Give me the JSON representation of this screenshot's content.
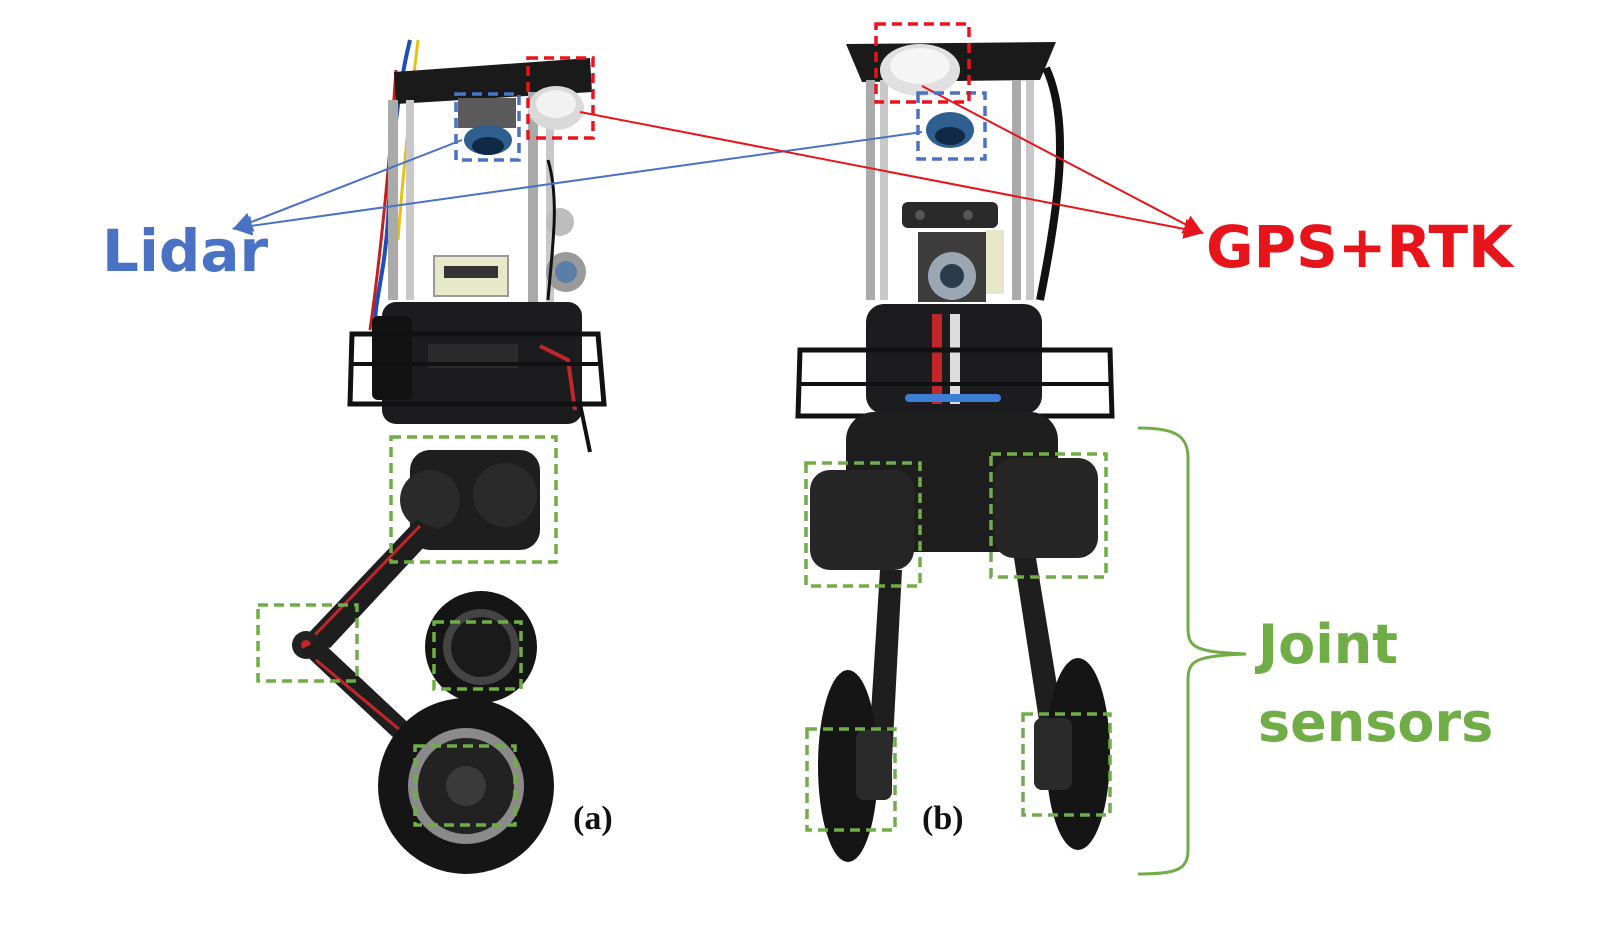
{
  "colors": {
    "lidar": "#4a72c4",
    "gps": "#e8141b",
    "joint": "#70ad47",
    "robot_body": "#1c1c1e",
    "robot_accent": "#c0262a",
    "metal": "#b9b9b9"
  },
  "labels": {
    "lidar": "Lidar",
    "gps": "GPS+RTK",
    "joint_line1": "Joint",
    "joint_line2": "sensors"
  },
  "captions": {
    "a": "(a)",
    "b": "(b)"
  },
  "figure_parts": [
    "robot-side-view",
    "robot-front-view"
  ]
}
